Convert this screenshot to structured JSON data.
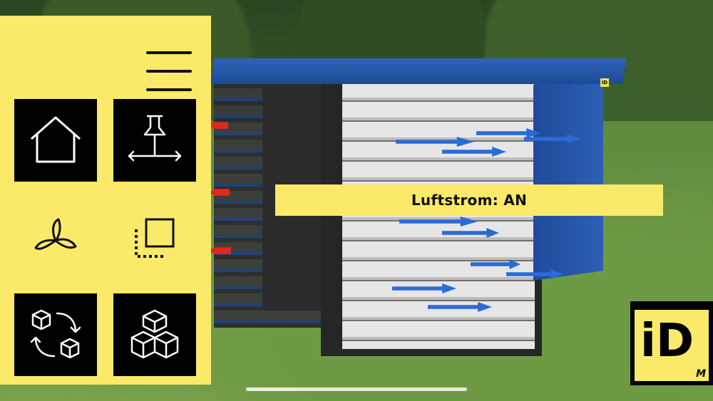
{
  "menu": {
    "tiles": [
      {
        "icon": "home-icon"
      },
      {
        "icon": "placement-icon"
      },
      {
        "icon": "fan-icon"
      },
      {
        "icon": "footprint-icon"
      },
      {
        "icon": "swap-model-icon"
      },
      {
        "icon": "cube-icon"
      }
    ]
  },
  "toast": {
    "text": "Luftstrom: AN"
  },
  "brand": {
    "glyph": "iD",
    "sub": "M"
  },
  "colors": {
    "panel": "#fbe96a",
    "tile": "#000000",
    "airflow": "#2a6bd6"
  }
}
